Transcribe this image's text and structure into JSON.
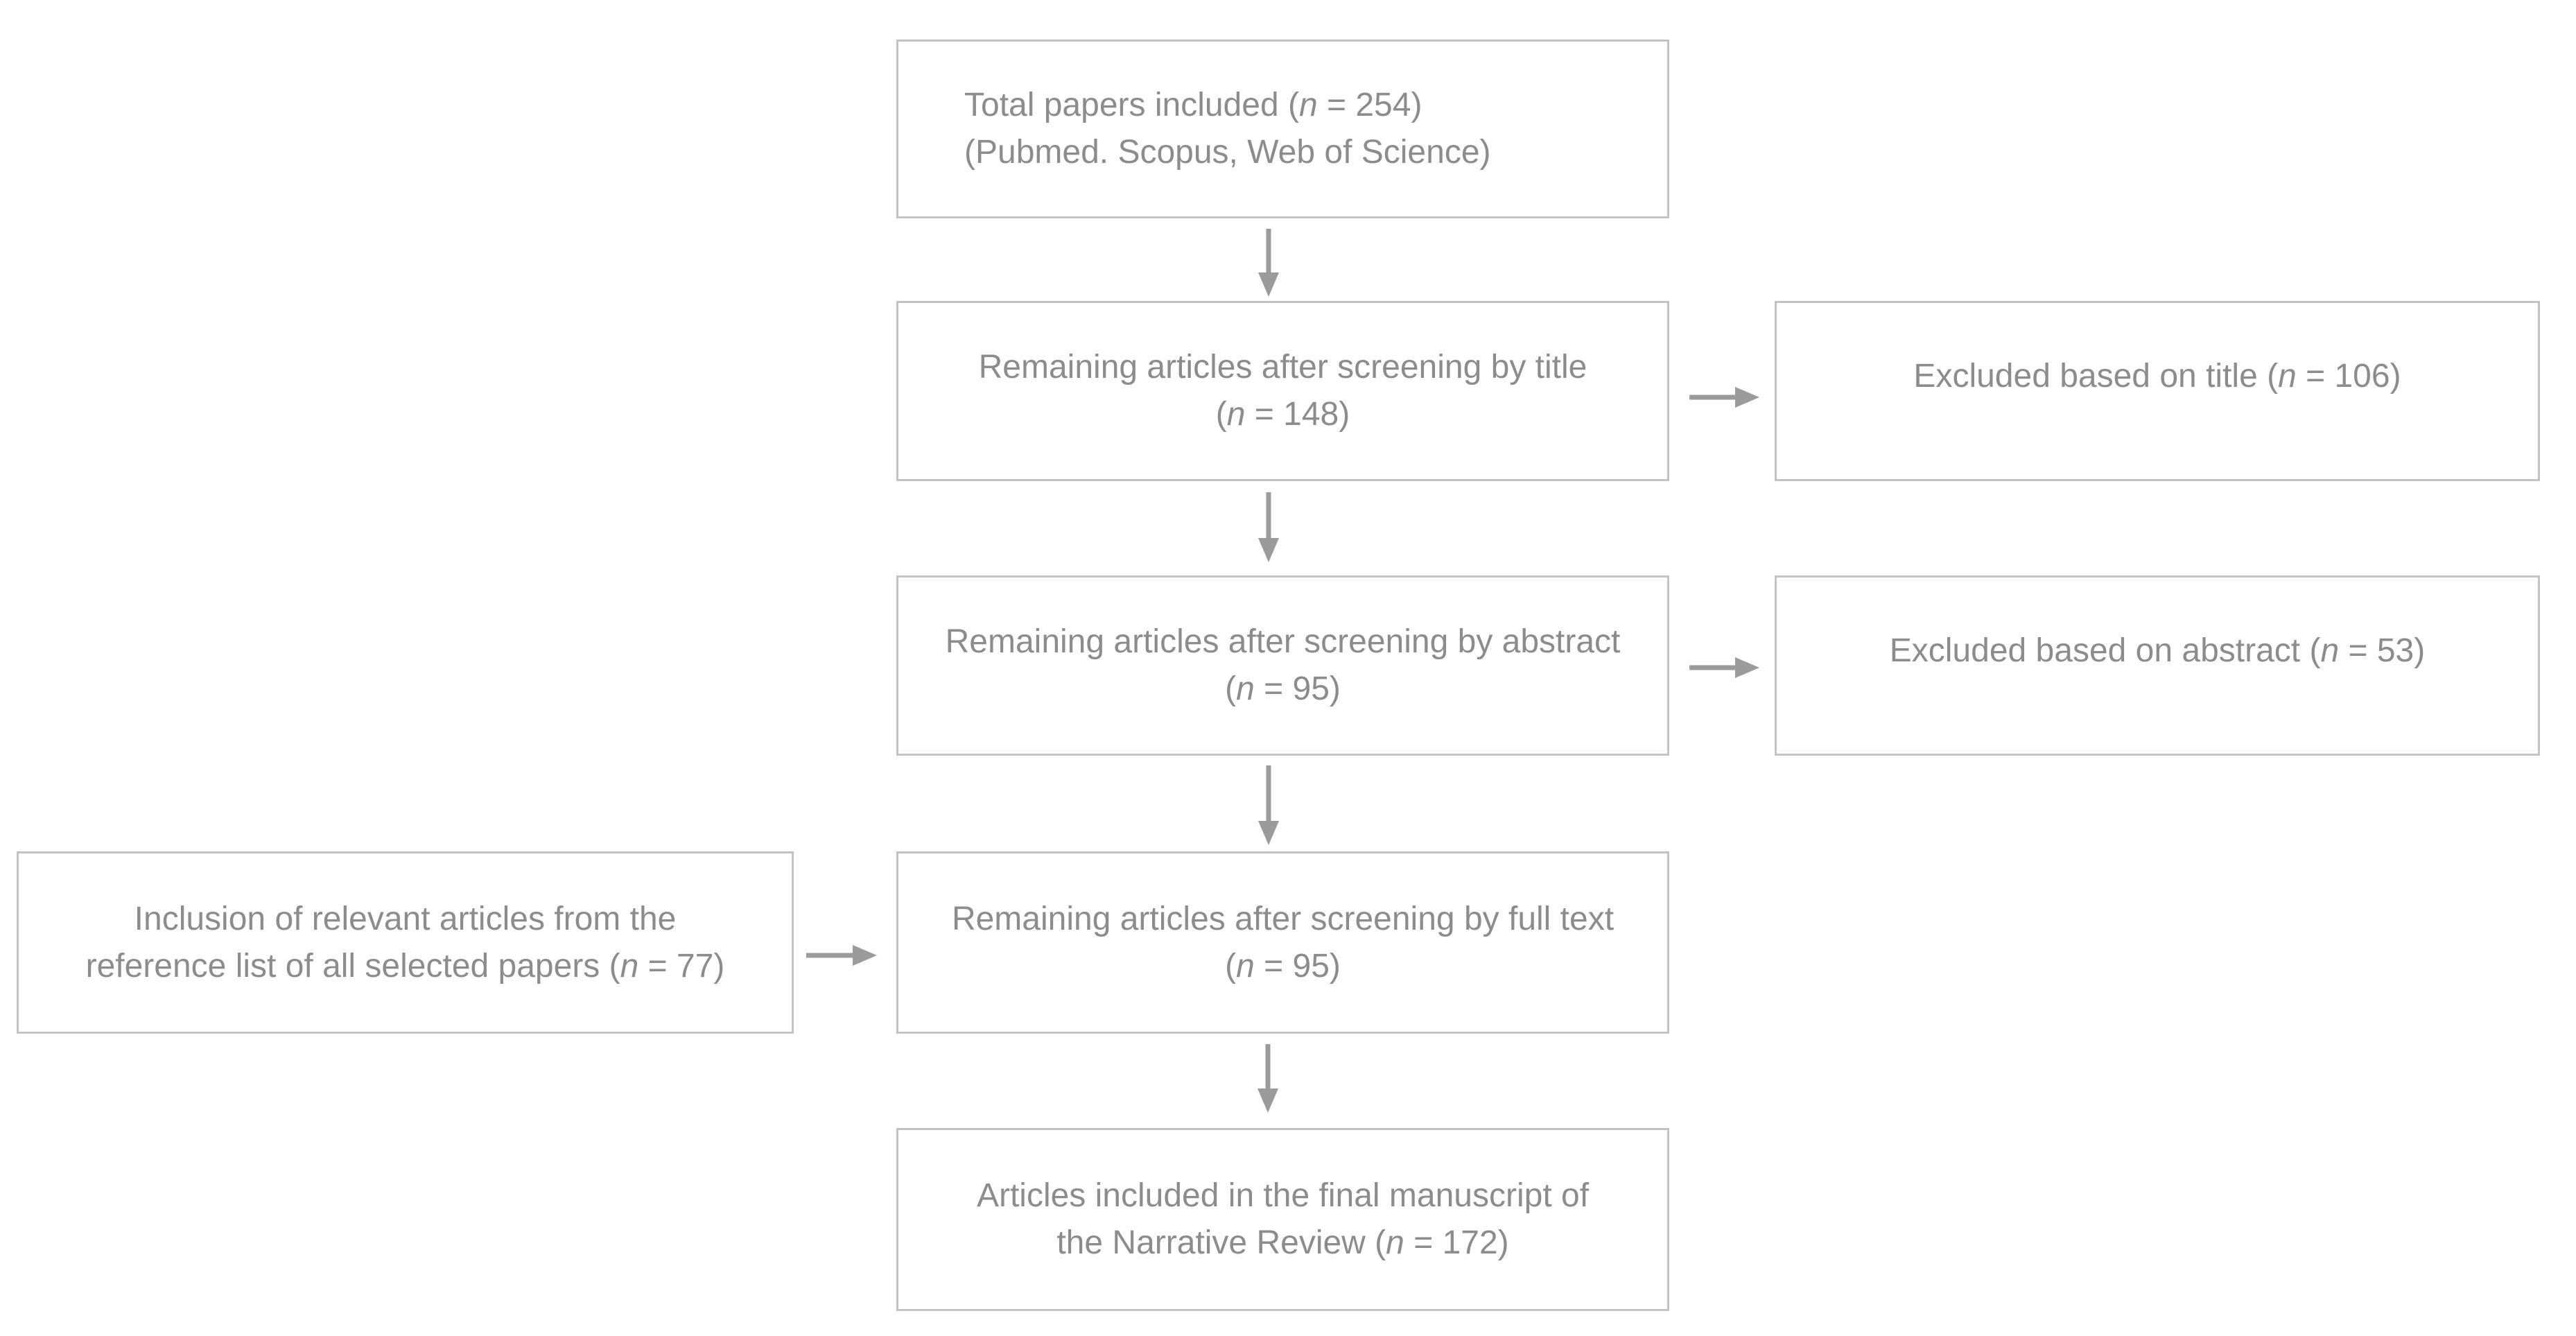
{
  "flowchart": {
    "colors": {
      "text_color": "#8c8c8c",
      "border_color": "#c3c3c3",
      "arrow_color": "#9b9b9b",
      "bg_color": "#ffffff"
    },
    "boxes": {
      "total": {
        "line1_pre": "Total papers included (",
        "n": "n",
        "line1_post": " = 254)",
        "line2": "(Pubmed. Scopus, Web of Science)",
        "count": 254
      },
      "title_screen": {
        "line1": "Remaining articles after screening by title",
        "line2_pre": "(",
        "n": "n",
        "line2_post": " = 148)",
        "count": 148
      },
      "excluded_title": {
        "pre": "Excluded based on title (",
        "n": "n",
        "post": " = 106)",
        "count": 106
      },
      "abstract_screen": {
        "line1": "Remaining articles after screening by abstract",
        "line2_pre": "(",
        "n": "n",
        "line2_post": " = 95)",
        "count": 95
      },
      "excluded_abstract": {
        "pre": "Excluded based on abstract (",
        "n": "n",
        "post": " = 53)",
        "count": 53
      },
      "reference_inclusion": {
        "line1": "Inclusion of relevant articles from the",
        "line2_pre": "reference list of all selected papers (",
        "n": "n",
        "line2_post": " = 77)",
        "count": 77
      },
      "fulltext_screen": {
        "line1": "Remaining articles after screening by full text",
        "line2_pre": "(",
        "n": "n",
        "line2_post": " = 95)",
        "count": 95
      },
      "final": {
        "line1": "Articles included in the final manuscript of",
        "line2_pre": "the Narrative Review (",
        "n": "n",
        "line2_post": " = 172)",
        "count": 172
      }
    }
  }
}
